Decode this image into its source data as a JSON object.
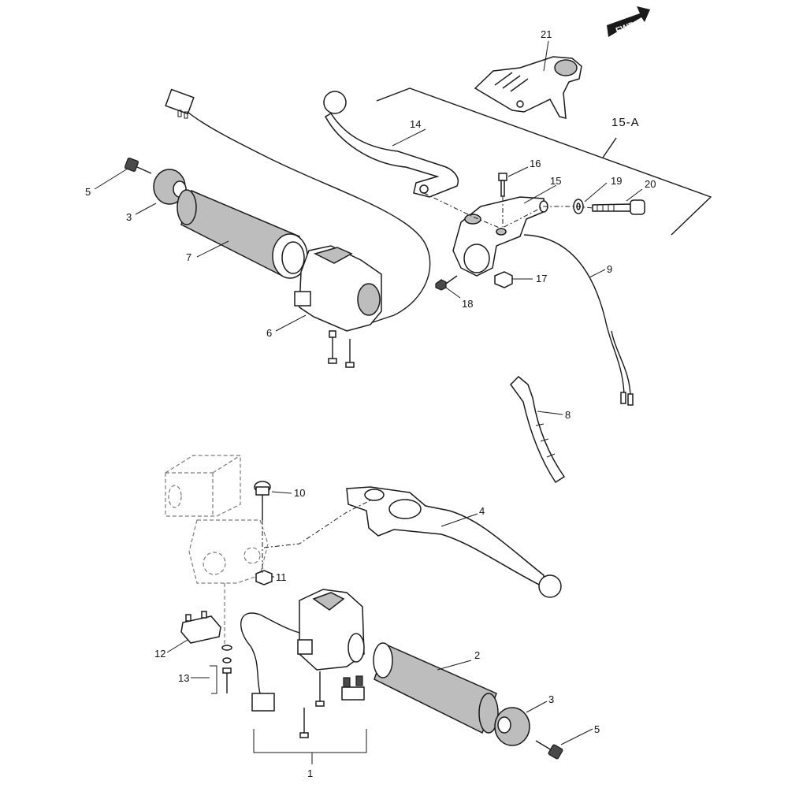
{
  "direction_label": "FWD",
  "reference_label": "15-A",
  "callouts": {
    "c1": "1",
    "c2": "2",
    "c3a": "3",
    "c3b": "3",
    "c4": "4",
    "c5a": "5",
    "c5b": "5",
    "c6": "6",
    "c7": "7",
    "c8": "8",
    "c9": "9",
    "c10": "10",
    "c11": "11",
    "c12": "12",
    "c13": "13",
    "c14": "14",
    "c15": "15",
    "c16": "16",
    "c17": "17",
    "c18": "18",
    "c19": "19",
    "c20": "20",
    "c21": "21"
  }
}
